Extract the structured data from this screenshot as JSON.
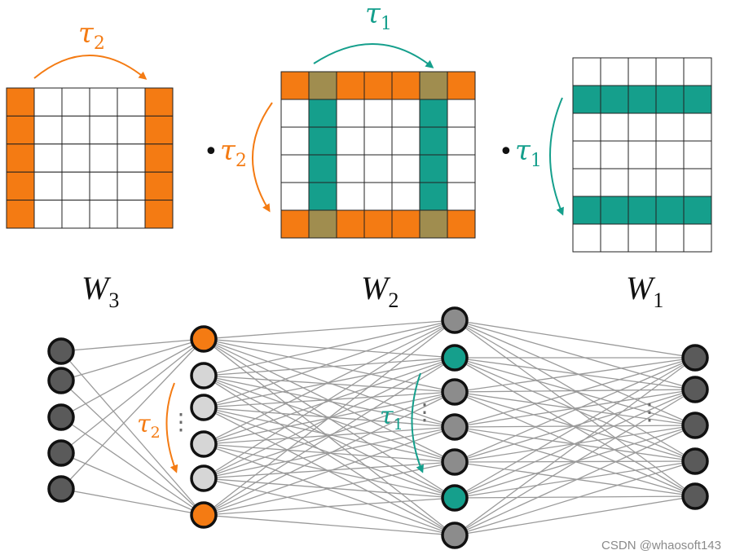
{
  "labels": {
    "tau1": "τ",
    "tau2": "τ",
    "sub1": "1",
    "sub2": "2",
    "w1": "W",
    "w2": "W",
    "w3": "W",
    "w1_sub": "1",
    "w2_sub": "2",
    "w3_sub": "3",
    "dot_operator": "•",
    "ellipsis": "⋮"
  },
  "watermark": "CSDN @whaosoft143",
  "colors": {
    "orange": "#f47b13",
    "teal": "#159f8c",
    "overlap": "#a08d4f",
    "node_dark": "#5a5a5a",
    "node_mid": "#8c8c8c",
    "node_light": "#d6d6d6",
    "edge": "#9a9a9a",
    "grid_line": "#222222"
  },
  "matrices": {
    "w3": {
      "rows": 5,
      "cols": 6,
      "highlight_cols": [
        0,
        5
      ],
      "highlight_rows": []
    },
    "w2": {
      "rows": 6,
      "cols": 7,
      "highlight_cols": [
        1,
        5
      ],
      "highlight_rows": [
        0,
        5
      ]
    },
    "w1": {
      "rows": 7,
      "cols": 5,
      "highlight_cols": [],
      "highlight_rows": [
        1,
        5
      ]
    }
  },
  "network": {
    "layers": [
      {
        "count": 5,
        "fills": [
          "dark",
          "dark",
          "dark",
          "dark",
          "dark"
        ]
      },
      {
        "count": 6,
        "fills": [
          "orange",
          "light",
          "light",
          "light",
          "light",
          "orange"
        ]
      },
      {
        "count": 7,
        "fills": [
          "mid",
          "teal",
          "mid",
          "mid",
          "mid",
          "teal",
          "mid"
        ]
      },
      {
        "count": 5,
        "fills": [
          "dark",
          "dark",
          "dark",
          "dark",
          "dark"
        ]
      }
    ]
  }
}
